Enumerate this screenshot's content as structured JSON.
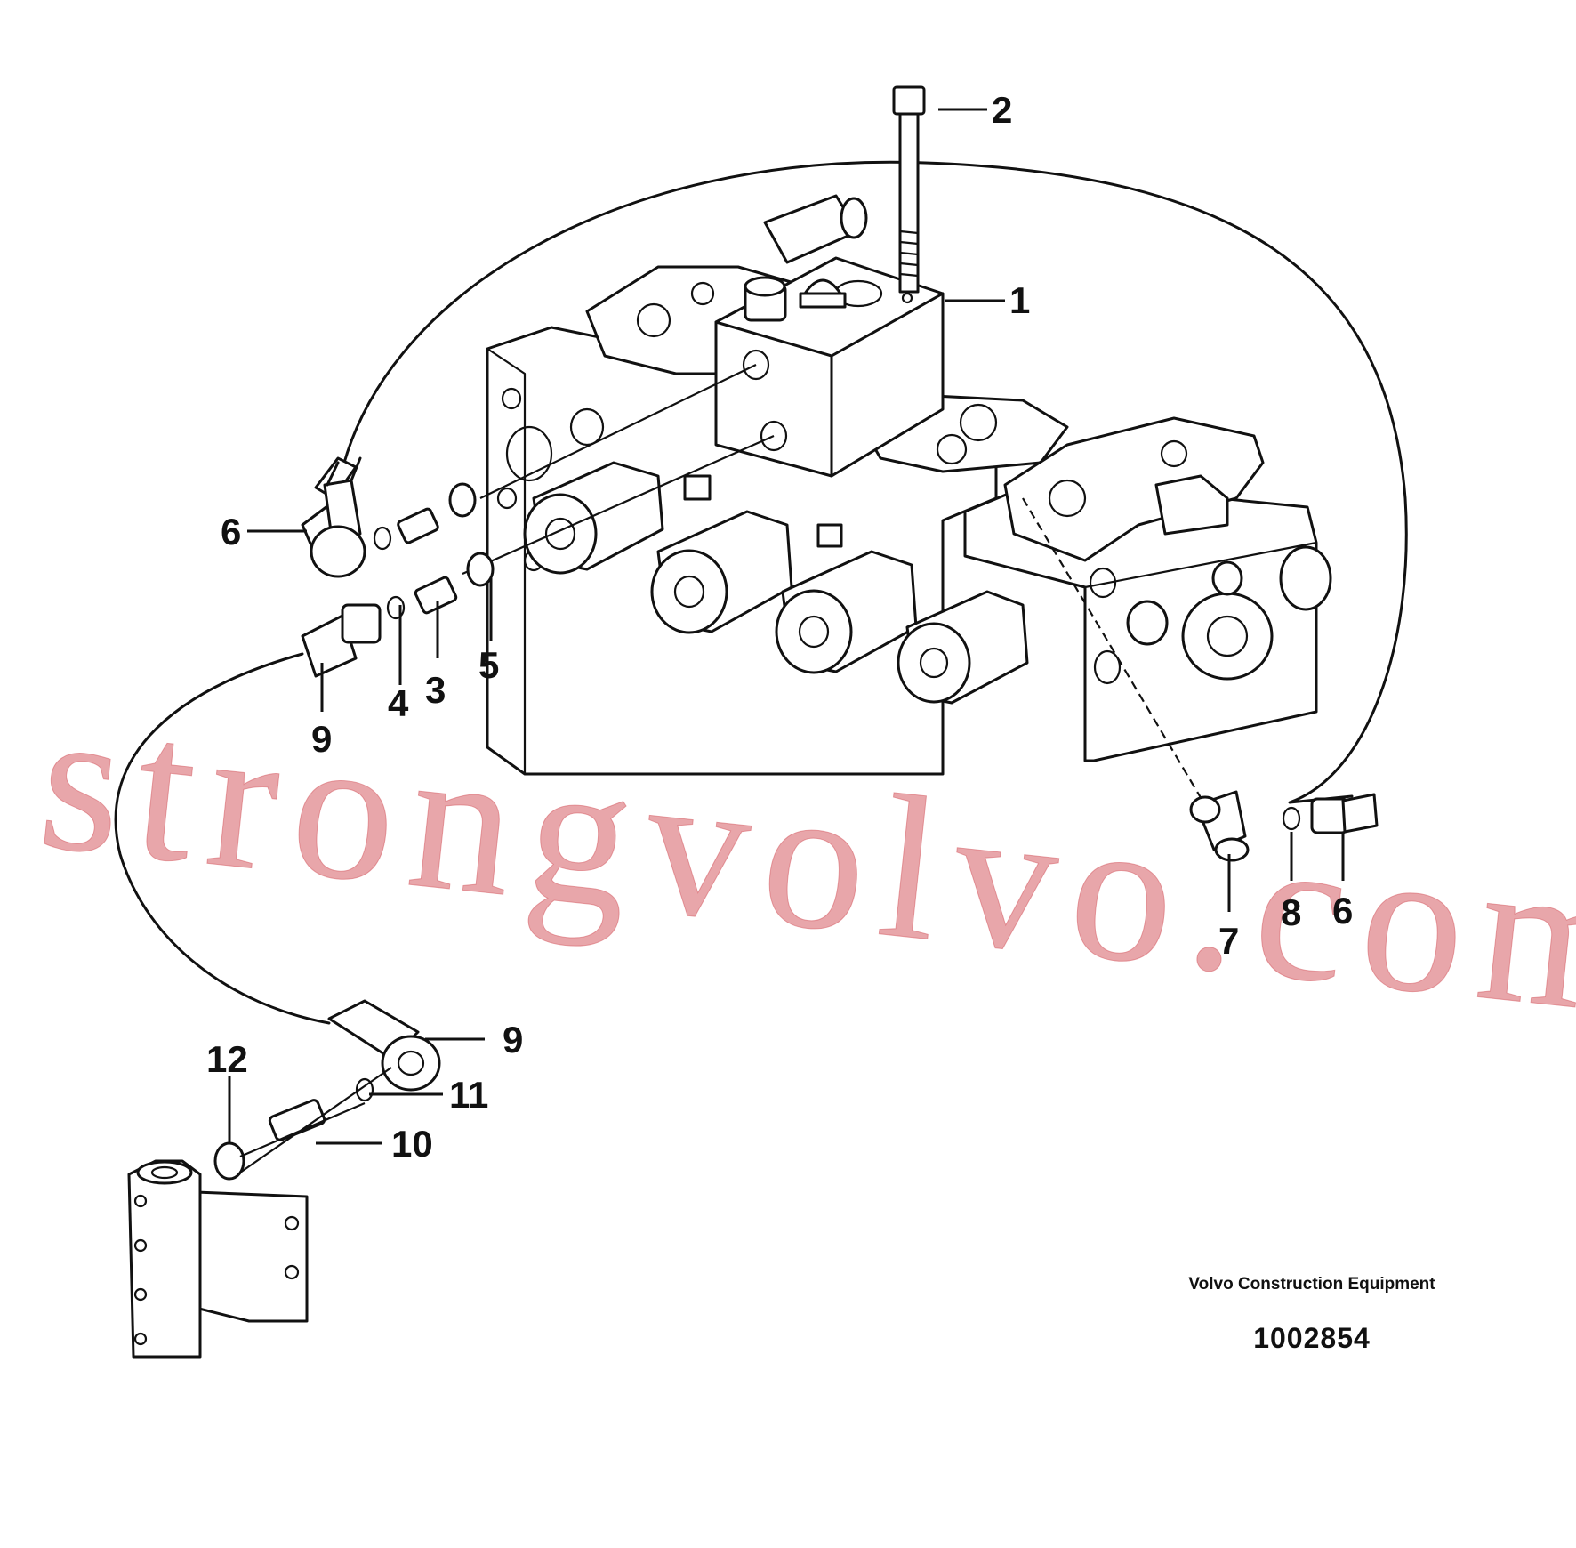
{
  "watermark": "strongvolvo.com",
  "caption": {
    "manufacturer": "Volvo Construction Equipment",
    "diagram_number": "1002854"
  },
  "callouts": {
    "c1": "1",
    "c2": "2",
    "c3": "3",
    "c4": "4",
    "c5": "5",
    "c6a": "6",
    "c6b": "6",
    "c7": "7",
    "c8": "8",
    "c9a": "9",
    "c9b": "9",
    "c10": "10",
    "c11": "11",
    "c12": "12"
  }
}
